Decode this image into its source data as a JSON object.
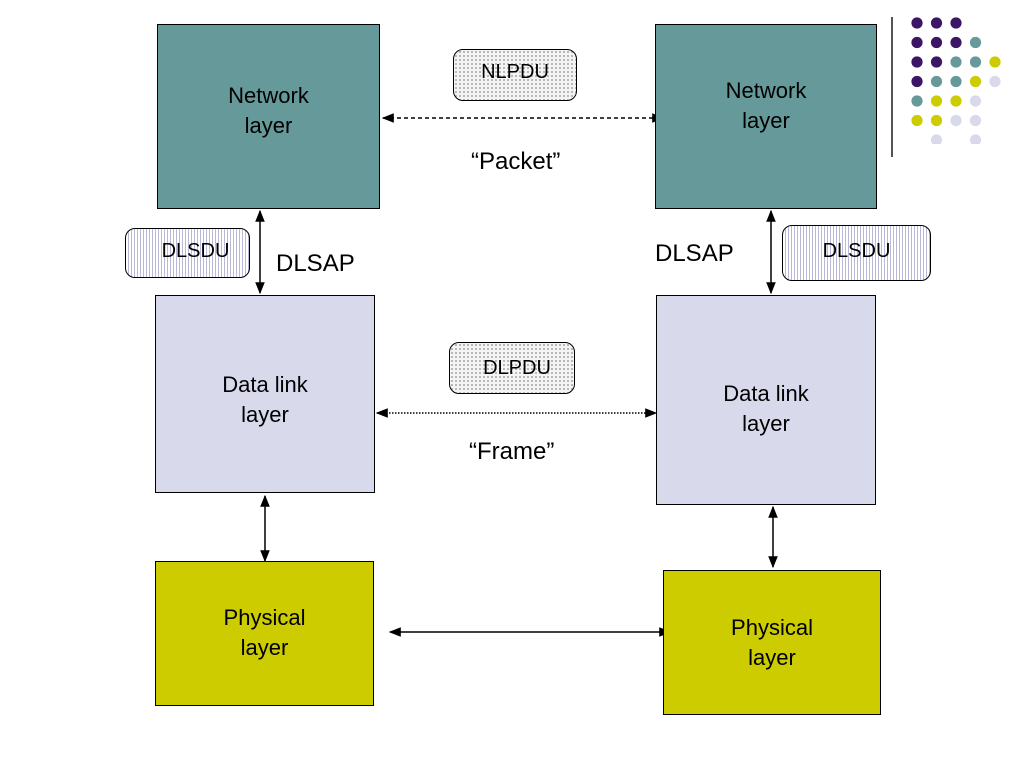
{
  "left": {
    "network": "Network\nlayer",
    "datalink": "Data link\nlayer",
    "physical": "Physical\nlayer",
    "dlsdu": "DLSDU",
    "dlsap": "DLSAP"
  },
  "right": {
    "network": "Network\nlayer",
    "datalink": "Data link\nlayer",
    "physical": "Physical\nlayer",
    "dlsdu": "DLSDU",
    "dlsap": "DLSAP"
  },
  "center": {
    "nlpdu": "NLPDU",
    "packet": "“Packet”",
    "dlpdu": "DLPDU",
    "frame": "“Frame”"
  },
  "colors": {
    "network": "#669999",
    "datalink": "#d9d9ec",
    "physical": "#cccc00",
    "purple": "#3d1566",
    "teal": "#669999",
    "olive": "#cccc00",
    "lavender": "#d9d9ec"
  },
  "decor_dots": [
    [
      "purple",
      "purple",
      "purple",
      null,
      null
    ],
    [
      "purple",
      "purple",
      "purple",
      "teal",
      null
    ],
    [
      "purple",
      "purple",
      "teal",
      "teal",
      "olive"
    ],
    [
      "purple",
      "teal",
      "teal",
      "olive",
      "lavender"
    ],
    [
      "teal",
      "olive",
      "olive",
      "lavender",
      null
    ],
    [
      "olive",
      "olive",
      "lavender",
      "lavender",
      null
    ],
    [
      null,
      "lavender",
      null,
      "lavender",
      null
    ]
  ]
}
